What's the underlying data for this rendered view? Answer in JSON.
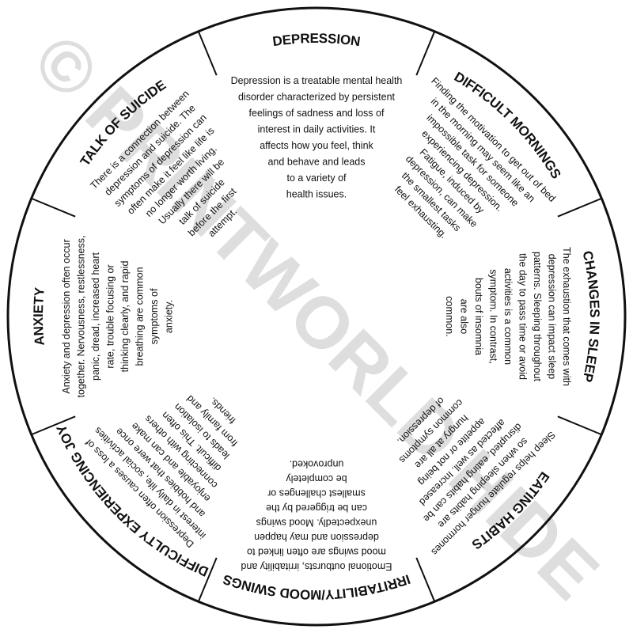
{
  "watermark": "© PRINTWORLD HIDE",
  "center": {
    "lines": [
      "Depression is a treatable mental health",
      "disorder characterized by persistent",
      "feelings of sadness and loss of",
      "interest in daily activities. It",
      "affects how you feel, think",
      "and behave and leads",
      "to a variety of",
      "health issues."
    ]
  },
  "segments": [
    {
      "title": "DEPRESSION",
      "lines": []
    },
    {
      "title": "DIFFICULT MORNINGS",
      "lines": [
        "Finding the motivation to get out of bed",
        "in the morning may seem like an",
        "impossible task for someone",
        "experiencing depression.",
        "Fatigue, induced by",
        "depression, can make",
        "the smallest tasks",
        "feel exhausting."
      ]
    },
    {
      "title": "CHANGES IN SLEEP",
      "lines": [
        "The exhaustion that comes with",
        "depression can impact sleep",
        "patterns. Sleeping throughout",
        "the day to pass time or avoid",
        "activities is a common",
        "symptom. In contrast,",
        "bouts of insomnia",
        "are also",
        "common."
      ]
    },
    {
      "title": "EATING HABITS",
      "lines": [
        "Sleep helps regulate hunger hormones",
        "so when sleeping habits are",
        "disrupted, eating habits can be",
        "affected as well. Increased",
        "appetite or not being",
        "hungry at all are",
        "common symptoms",
        "of depression."
      ]
    },
    {
      "title": "IRRITABILITY/MOOD SWINGS",
      "lines": [
        "Emotional outbursts, irritability and",
        "mood swings are often linked to",
        "depression and may happen",
        "unexpectedly. Mood swings",
        "can be triggered by the",
        "smallest challenges or",
        "be completely",
        "unprovoked."
      ]
    },
    {
      "title": "DIFFICULTY EXPERIENCING JOY",
      "lines": [
        "Depression often causes a loss of",
        "interest in daily life, social activities",
        "and hobbies that were once",
        "enjoyable and can make",
        "connecting with others",
        "difficult. This often",
        "leads to isolation",
        "from family and",
        "friends."
      ]
    },
    {
      "title": "ANXIETY",
      "lines": [
        "Anxiety and depression often occur",
        "together. Nervousness, restlessness,",
        "panic, dread, increased heart",
        "rate, trouble focusing or",
        "thinking clearly, and rapid",
        "breathing are common",
        "symptoms of",
        "anxiety."
      ]
    },
    {
      "title": "TALK OF SUICIDE",
      "lines": [
        "There is a connection between",
        "depression and suicide. The",
        "symptoms of depression can",
        "often make it feel like life is",
        "no longer worth living.",
        "Usually there will be",
        "talk of suicide",
        "before the first",
        "attempt."
      ]
    }
  ]
}
